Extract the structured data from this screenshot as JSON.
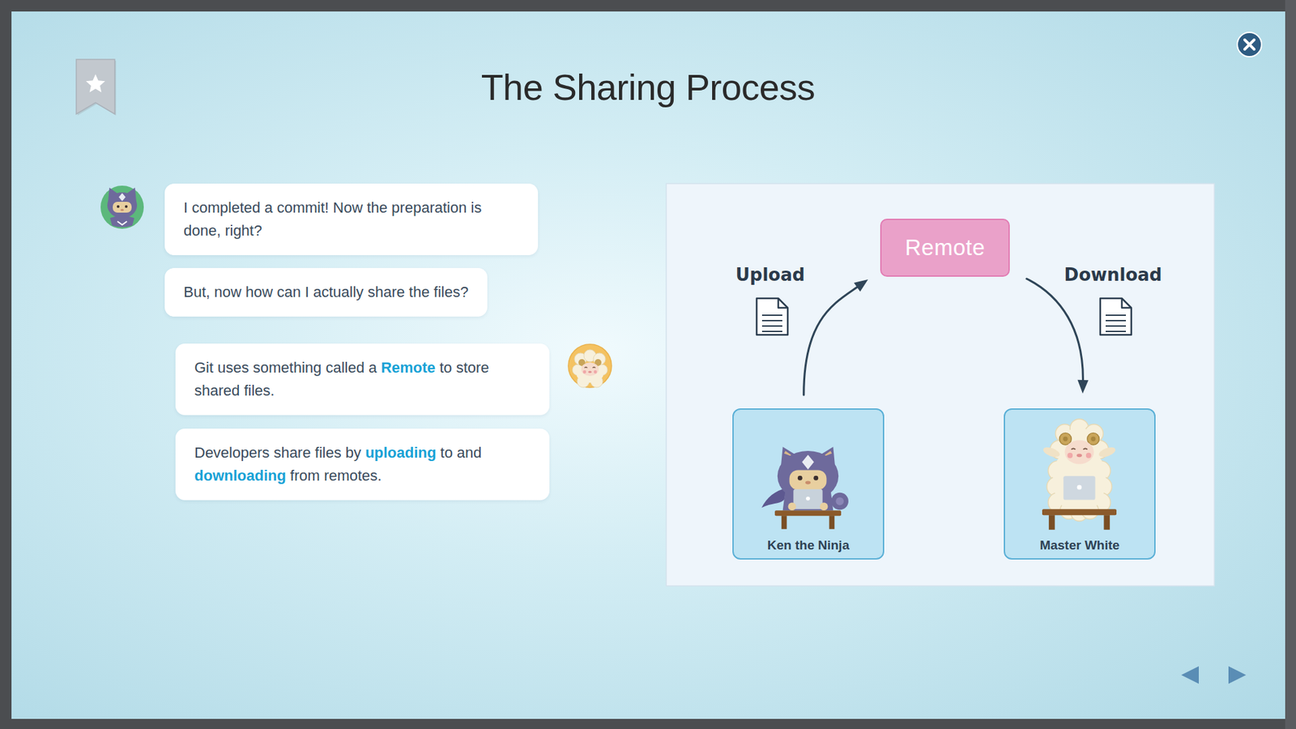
{
  "diagram": {
    "title": "The Sharing Process",
    "nodes": [
      {
        "text": [
          "I completed a commit! Now the preparation is done, right?"
        ]
      },
      {
        "text": [
          "But, now how can I actually share the files?"
        ]
      },
      {
        "text": [
          "Git uses something called a Remote to store shared files."
        ]
      },
      {
        "text": [
          "Developers share files by uploading to and downloading from remotes."
        ]
      },
      {
        "text": [
          "Remote"
        ]
      },
      {
        "text": [
          "Ken the Ninja"
        ]
      },
      {
        "text": [
          "Master White"
        ]
      }
    ],
    "edges": [
      {
        "from": 5,
        "to": 4,
        "arrow": "to",
        "label": "Upload"
      },
      {
        "from": 4,
        "to": 6,
        "arrow": "to",
        "label": "Download"
      }
    ]
  }
}
